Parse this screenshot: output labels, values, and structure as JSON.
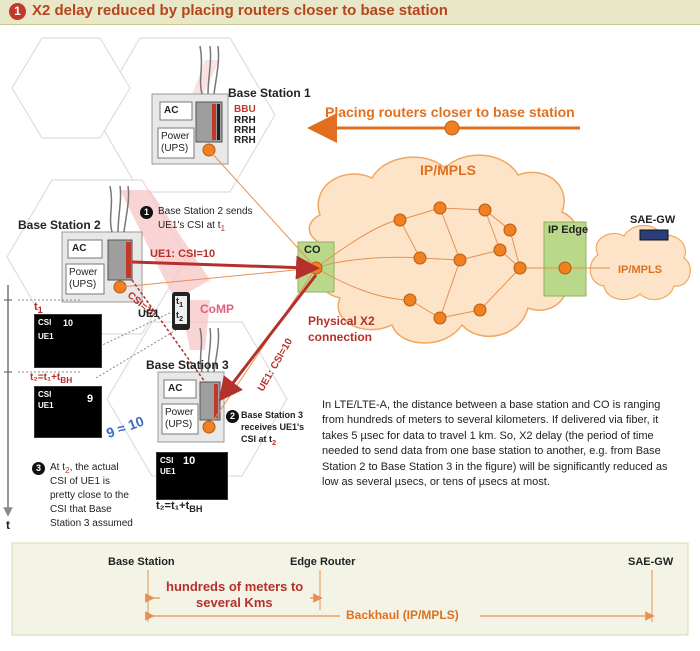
{
  "title": {
    "number": "1",
    "text": "X2 delay reduced by placing routers closer to base station"
  },
  "stations": {
    "bs1": {
      "name": "Base Station 1",
      "ac": "AC",
      "power_line1": "Power",
      "power_line2": "(UPS)",
      "bbu": "BBU",
      "rrh": [
        "RRH",
        "RRH",
        "RRH"
      ]
    },
    "bs2": {
      "name": "Base Station 2",
      "ac": "AC",
      "power_line1": "Power",
      "power_line2": "(UPS)"
    },
    "bs3": {
      "name": "Base Station 3",
      "ac": "AC",
      "power_line1": "Power",
      "power_line2": "(UPS)"
    }
  },
  "network": {
    "arrow_label": "Placing routers closer to base station",
    "ipmpls_cloud": "IP/MPLS",
    "co": "CO",
    "ip_edge": "IP Edge",
    "sae_gw": "SAE-GW",
    "ipmpls_right": "IP/MPLS",
    "physical_x2_line1": "Physical X2",
    "physical_x2_line2": "connection",
    "ue1_csi_bs2": "UE1: CSI=10",
    "csi_diag": "CSI=10",
    "ue1_csi_bs3": "UE1: CSI=10",
    "comp": "CoMP",
    "ue1": "UE1"
  },
  "steps": {
    "s1_num": "1",
    "s1_line1": "Base Station 2 sends",
    "s1_line2": "UE1's CSI at t",
    "s1_sub": "1",
    "s2_num": "2",
    "s2_line1": "Base Station 3",
    "s2_line2": "receives UE1's",
    "s2_line3": "CSI at t",
    "s2_sub": "2",
    "s3_num": "3",
    "s3_lines": [
      "At t",
      "CSI of UE1 is",
      "pretty close to the",
      "CSI that Base",
      "Station 3 assumed"
    ],
    "s3_line1_sub": "2",
    "s3_line1_rest": ", the actual"
  },
  "timeline": {
    "axis": "t",
    "t1_main": "t",
    "t1_sub": "1",
    "t2_label": "t₂=t₁+t",
    "t2_sub": "BH",
    "box1": {
      "csi": "CSI",
      "ue1": "UE1",
      "value": "10"
    },
    "box2": {
      "csi": "CSI",
      "ue1": "UE1",
      "value": "9"
    },
    "box3": {
      "csi": "CSI",
      "ue1": "UE1",
      "value": "10"
    },
    "approx": "9 ≈ 10",
    "phone_t1": "t",
    "phone_t1_sub": "1",
    "phone_t2": "t",
    "phone_t2_sub": "2",
    "box3_caption": "t₂=t₁+t",
    "box3_caption_sub": "BH"
  },
  "description": "In LTE/LTE-A, the distance between a base station and CO is ranging from hundreds of meters to several kilometers. If delivered via fiber, it takes 5 µsec for data to travel 1 km. So, X2 delay (the period of time needed to send data from one base station to another, e.g. from Base Station 2 to Base Station 3 in the figure) will be significantly reduced as low as several µsecs, or tens of µsecs at most.",
  "bottom": {
    "base_station": "Base Station",
    "edge_router": "Edge Router",
    "sae_gw": "SAE-GW",
    "distance_line1": "hundreds of meters to",
    "distance_line2": "several Kms",
    "backhaul": "Backhaul (IP/MPLS)"
  },
  "colors": {
    "title_bg": "#e8e8c8",
    "accent_orange": "#e07020",
    "dark_red": "#b5302b",
    "cloud_fill": "#fde3c8",
    "router_orange": "#f08020",
    "green_box": "#b9d88a"
  }
}
